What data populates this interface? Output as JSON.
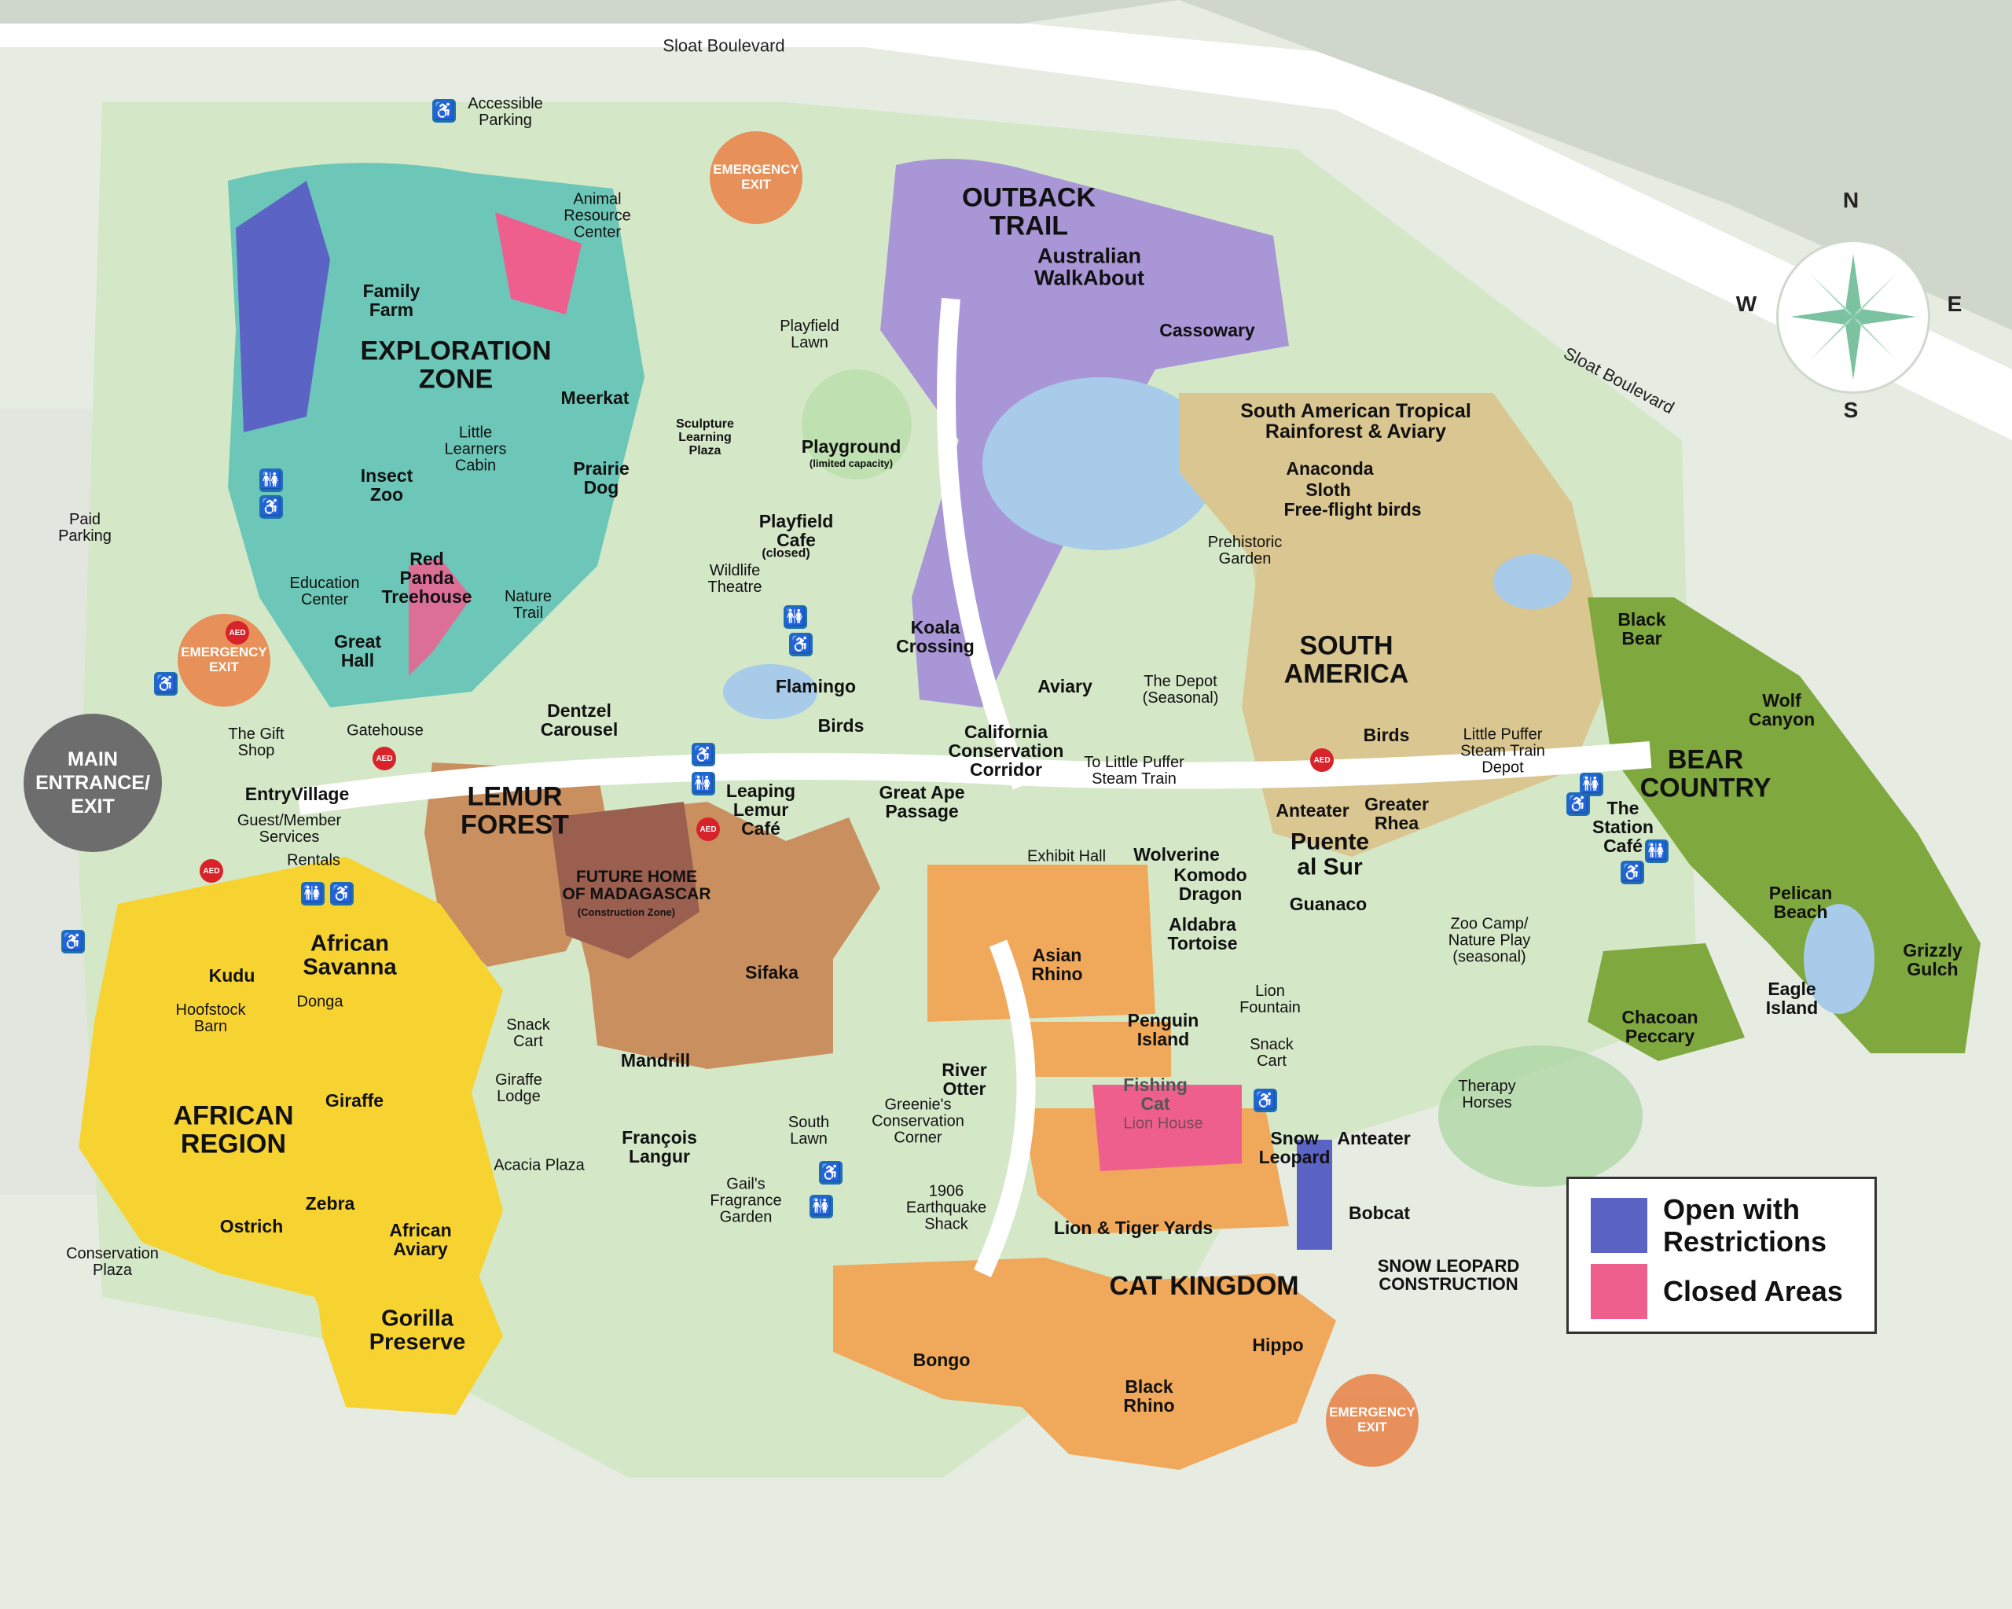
{
  "colors": {
    "background": "#dfe8d6",
    "open_with_restrictions": "#5b64c4",
    "closed_areas": "#ee5f8e",
    "exploration_zone": "#6cc7b8",
    "outback": "#a896d6",
    "south_america": "#d9c690",
    "bear_country": "#7fa83e",
    "cat_kingdom": "#f0a85a",
    "african_region": "#f7d332",
    "lemur_forest": "#c98f5f",
    "emergency_exit": "#e98950",
    "main_entrance": "#6d6d6d",
    "water": "#a7cbe8",
    "accessible_icon": "#1f6fb5",
    "aed_icon": "#d8232a"
  },
  "roads": {
    "sloat_top": "Sloat Boulevard",
    "sloat_right": "Sloat Boulevard"
  },
  "compass": {
    "n": "N",
    "s": "S",
    "e": "E",
    "w": "W"
  },
  "exits": {
    "main": "MAIN\nENTRANCE/\nEXIT",
    "emergency_top": "EMERGENCY\nEXIT",
    "emergency_left": "EMERGENCY\nEXIT",
    "emergency_bottom": "EMERGENCY\nEXIT"
  },
  "regions": {
    "exploration_zone": "EXPLORATION\nZONE",
    "outback_trail": "OUTBACK\nTRAIL",
    "south_america": "SOUTH\nAMERICA",
    "bear_country": "BEAR\nCOUNTRY",
    "lemur_forest": "LEMUR\nFOREST",
    "african_region": "AFRICAN\nREGION",
    "cat_kingdom": "CAT KINGDOM"
  },
  "places": {
    "accessible_parking": "Accessible\nParking",
    "paid_parking": "Paid\nParking",
    "animal_resource_center": "Animal\nResource\nCenter",
    "family_farm": "Family\nFarm",
    "meerkat": "Meerkat",
    "little_learners": "Little\nLearners\nCabin",
    "insect_zoo": "Insect\nZoo",
    "prairie_dog": "Prairie\nDog",
    "red_panda": "Red\nPanda\nTreehouse",
    "nature_trail": "Nature\nTrail",
    "education_center": "Education\nCenter",
    "great_hall": "Great\nHall",
    "the_gift_shop": "The Gift\nShop",
    "gatehouse": "Gatehouse",
    "entry_village": "EntryVillage",
    "guest_member": "Guest/Member\nServices",
    "rentals": "Rentals",
    "playfield_lawn": "Playfield\nLawn",
    "sculpture_plaza": "Sculpture\nLearning\nPlaza",
    "playground": "Playground",
    "playground_note": "(limited capacity)",
    "playfield_cafe": "Playfield\nCafe",
    "playfield_cafe_note": "(closed)",
    "wildlife_theatre": "Wildlife\nTheatre",
    "flamingo": "Flamingo",
    "birds_left": "Birds",
    "dentzel_carousel": "Dentzel\nCarousel",
    "leaping_lemur_cafe": "Leaping\nLemur\nCafé",
    "great_ape_passage": "Great Ape\nPassage",
    "australian_walkabout": "Australian\nWalkAbout",
    "cassowary": "Cassowary",
    "koala_crossing": "Koala\nCrossing",
    "aviary": "Aviary",
    "california_corridor": "California\nConservation\nCorridor",
    "to_little_puffer": "To Little Puffer\nSteam Train",
    "sa_rainforest": "South American Tropical\nRainforest & Aviary",
    "anaconda": "Anaconda",
    "sloth": "Sloth",
    "free_flight": "Free-flight birds",
    "prehistoric_garden": "Prehistoric\nGarden",
    "the_depot": "The Depot\n(Seasonal)",
    "birds_sa": "Birds",
    "anteater_sa": "Anteater",
    "greater_rhea": "Greater\nRhea",
    "puente_al_sur": "Puente\nal Sur",
    "guanaco": "Guanaco",
    "little_puffer_depot": "Little Puffer\nSteam Train\nDepot",
    "black_bear": "Black\nBear",
    "wolf_canyon": "Wolf\nCanyon",
    "the_station_cafe": "The\nStation\nCafé",
    "pelican_beach": "Pelican\nBeach",
    "grizzly_gulch": "Grizzly\nGulch",
    "eagle_island": "Eagle\nIsland",
    "chacoan_peccary": "Chacoan\nPeccary",
    "zoo_camp": "Zoo Camp/\nNature Play\n(seasonal)",
    "therapy_horses": "Therapy\nHorses",
    "exhibit_hall": "Exhibit Hall",
    "wolverine": "Wolverine",
    "komodo_dragon": "Komodo\nDragon",
    "aldabra_tortoise": "Aldabra\nTortoise",
    "asian_rhino": "Asian\nRhino",
    "lion_fountain": "Lion\nFountain",
    "penguin_island": "Penguin\nIsland",
    "snack_cart_right": "Snack\nCart",
    "fishing_cat": "Fishing\nCat",
    "lion_house": "Lion House",
    "snow_leopard": "Snow\nLeopard",
    "anteater_cat": "Anteater",
    "bobcat": "Bobcat",
    "lion_tiger_yards": "Lion & Tiger Yards",
    "snow_leopard_construction": "SNOW LEOPARD\nCONSTRUCTION",
    "bongo": "Bongo",
    "black_rhino": "Black\nRhino",
    "hippo": "Hippo",
    "future_madagascar": "FUTURE HOME\nOF MADAGASCAR",
    "construction_zone": "(Construction Zone)",
    "sifaka": "Sifaka",
    "mandrill": "Mandrill",
    "river_otter": "River\nOtter",
    "greenies_corner": "Greenie's\nConservation\nCorner",
    "earthquake_shack": "1906\nEarthquake\nShack",
    "south_lawn": "South\nLawn",
    "francois_langur": "François\nLangur",
    "gails_garden": "Gail's\nFragrance\nGarden",
    "african_savanna": "African\nSavanna",
    "kudu": "Kudu",
    "hoofstock_barn": "Hoofstock\nBarn",
    "donga": "Donga",
    "snack_cart_left": "Snack\nCart",
    "giraffe_lodge": "Giraffe\nLodge",
    "giraffe": "Giraffe",
    "zebra": "Zebra",
    "ostrich": "Ostrich",
    "acacia_plaza": "Acacia Plaza",
    "african_aviary": "African\nAviary",
    "conservation_plaza": "Conservation\nPlaza",
    "gorilla_preserve": "Gorilla\nPreserve"
  },
  "icons": {
    "accessible": "wheelchair-icon",
    "aed": "AED",
    "restroom": "restroom-icon"
  },
  "legend": {
    "open_with_restrictions": "Open with\nRestrictions",
    "closed_areas": "Closed Areas"
  }
}
